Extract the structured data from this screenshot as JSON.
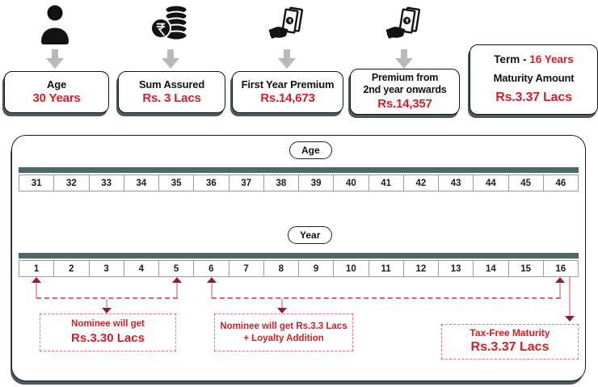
{
  "colors": {
    "accent_red": "#d0202a",
    "arrow_maroon": "#8e1f2f",
    "stem_pink": "#eba6ae",
    "dashed_red": "#d96570",
    "timeline_teal": "#4d686b",
    "card_shadow": "#4b585c",
    "gray_arrow": "#b9b9b9"
  },
  "cards": [
    {
      "icon": "person-icon",
      "label": "Age",
      "value": "30 Years"
    },
    {
      "icon": "rupee-coins-icon",
      "label": "Sum Assured",
      "value": "Rs. 3 Lacs"
    },
    {
      "icon": "hand-money-icon",
      "label": "First Year Premium",
      "value": "Rs.14,673"
    },
    {
      "icon": "hand-money-icon",
      "label": "Premium from",
      "label2": "2nd year onwards",
      "value": "Rs.14,357"
    }
  ],
  "term_card": {
    "term_label": "Term",
    "term_dash": " - ",
    "term_value": "16 Years",
    "maturity_label": "Maturity Amount",
    "maturity_value": "Rs.3.37 Lacs"
  },
  "timeline": {
    "age_label": "Age",
    "ages": [
      "31",
      "32",
      "33",
      "34",
      "35",
      "36",
      "37",
      "38",
      "39",
      "40",
      "41",
      "42",
      "43",
      "44",
      "45",
      "46"
    ],
    "year_label": "Year",
    "years": [
      "1",
      "2",
      "3",
      "4",
      "5",
      "6",
      "7",
      "8",
      "9",
      "10",
      "11",
      "12",
      "13",
      "14",
      "15",
      "16"
    ]
  },
  "annotations": {
    "nominee1": {
      "line1": "Nominee will get",
      "line2": "Rs.3.30 Lacs"
    },
    "nominee2": {
      "line1": "Nominee will get Rs.3.3 Lacs",
      "line2": "+ Loyalty Addition"
    },
    "maturity": {
      "line1": "Tax-Free Maturity",
      "line2": "Rs.3.37 Lacs"
    }
  }
}
